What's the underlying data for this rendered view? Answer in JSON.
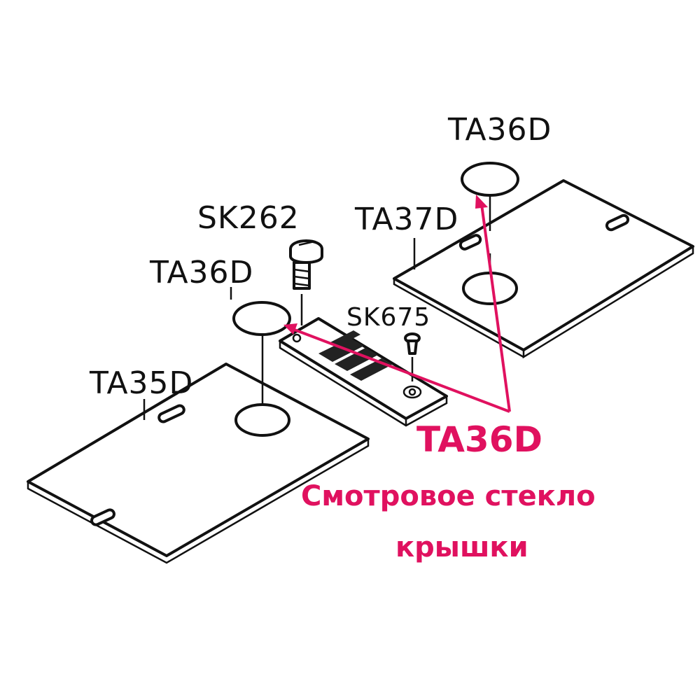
{
  "labels": {
    "ta36d_top": "TA36D",
    "ta37d": "TA37D",
    "sk262": "SK262",
    "ta36d_left": "TA36D",
    "sk675": "SK675",
    "ta35d": "TA35D"
  },
  "highlight": {
    "code": "TA36D",
    "description_line1": "Смотровое стекло",
    "description_line2": "крышки"
  },
  "colors": {
    "accent": "#e0115f",
    "line": "#111111"
  }
}
